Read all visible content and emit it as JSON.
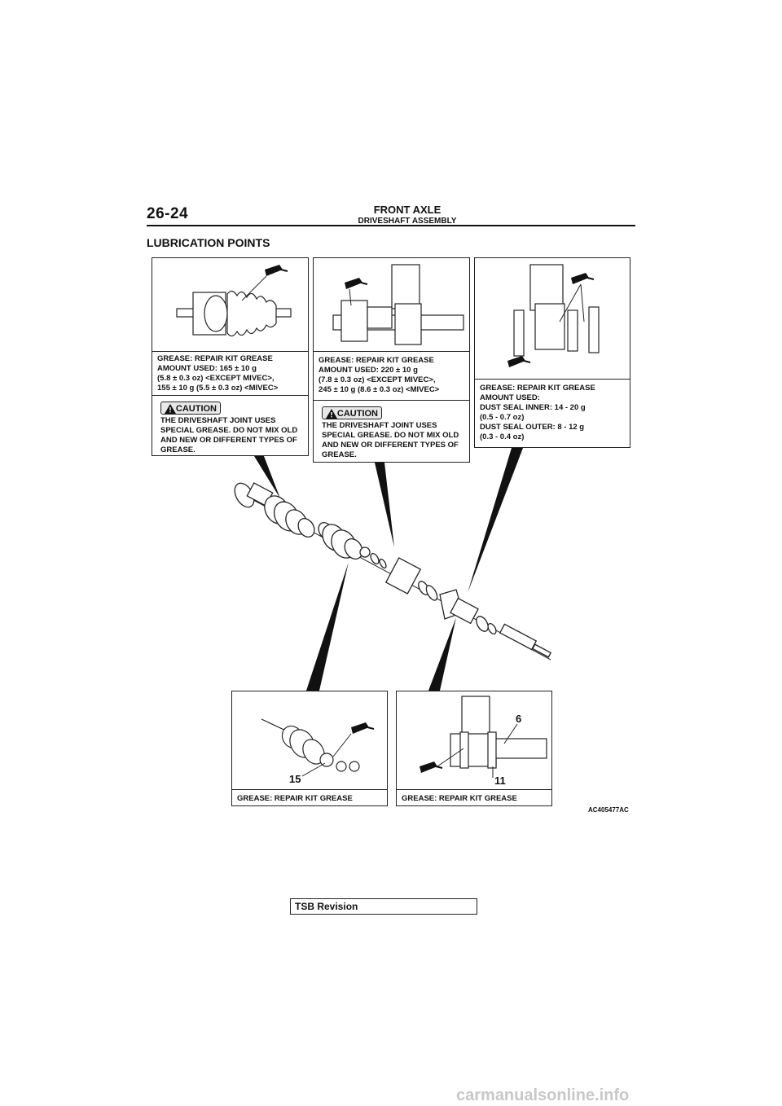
{
  "header": {
    "page_number": "26-24",
    "section": "FRONT AXLE",
    "subsection": "DRIVESHAFT ASSEMBLY"
  },
  "section_title": "LUBRICATION POINTS",
  "panels": {
    "outer_joint": {
      "grease": "GREASE: REPAIR KIT GREASE\nAMOUNT USED: 165 ± 10 g\n(5.8 ± 0.3 oz) <EXCEPT MIVEC>,\n155 ± 10 g (5.5 ± 0.3 oz) <MIVEC>",
      "caution_label": "CAUTION",
      "caution_text": "THE DRIVESHAFT JOINT USES\nSPECIAL GREASE. DO NOT MIX OLD\nAND NEW OR DIFFERENT TYPES OF\nGREASE."
    },
    "inner_joint": {
      "grease": "GREASE: REPAIR KIT GREASE\nAMOUNT USED: 220 ± 10 g\n(7.8 ± 0.3 oz) <EXCEPT MIVEC>,\n245 ± 10 g (8.6 ± 0.3 oz) <MIVEC>",
      "caution_label": "CAUTION",
      "caution_text": "THE DRIVESHAFT JOINT USES\nSPECIAL GREASE. DO NOT MIX OLD\nAND NEW OR DIFFERENT TYPES OF\nGREASE."
    },
    "dust_seal": {
      "grease": "GREASE: REPAIR KIT GREASE\nAMOUNT USED:\nDUST SEAL INNER: 14 - 20 g\n(0.5 - 0.7 oz)\nDUST SEAL OUTER: 8 - 12 g\n(0.3 - 0.4 oz)"
    },
    "spider": {
      "grease": "GREASE: REPAIR KIT GREASE",
      "callout": "15"
    },
    "bearing": {
      "grease": "GREASE: REPAIR KIT GREASE",
      "callout_a": "6",
      "callout_b": "11"
    }
  },
  "figure_id": "AC405477AC",
  "footer": {
    "label": "TSB Revision"
  },
  "watermark": "carmanualsonline.info"
}
